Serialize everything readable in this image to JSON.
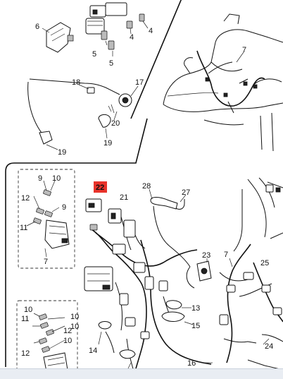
{
  "callouts": {
    "c4a": "4",
    "c4b": "4",
    "c5a": "5",
    "c5b": "5",
    "c6": "6",
    "c7_top": "7",
    "c17": "17",
    "c18": "18",
    "c19a": "19",
    "c19b": "19",
    "c20": "20",
    "c9a": "9",
    "c9b": "9",
    "c10a": "10",
    "c12a": "12",
    "c11a": "11",
    "c7_inset": "7",
    "c22": "22",
    "c21": "21",
    "c28": "28",
    "c27": "27",
    "c23": "23",
    "c7_right": "7",
    "c25": "25",
    "c13": "13",
    "c15": "15",
    "c14": "14",
    "c16": "16",
    "c24": "24",
    "c10b": "10",
    "c10c": "10",
    "c10d": "10",
    "c10e": "10",
    "c11b": "11",
    "c12b": "12",
    "c12c": "12"
  },
  "highlight": {
    "callout": "22",
    "color": "#e8332b"
  }
}
